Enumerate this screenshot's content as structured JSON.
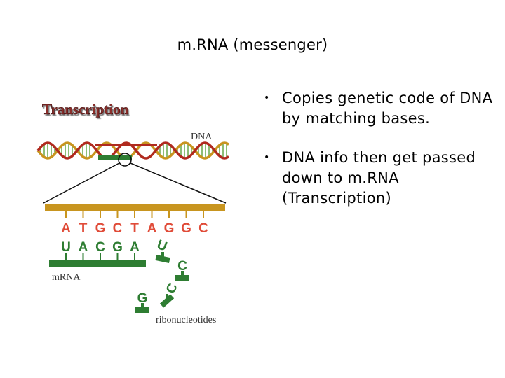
{
  "slide": {
    "title": "m.RNA (messenger)",
    "bullets": [
      "Copies genetic code of DNA by matching bases.",
      "DNA info then get passed down to m.RNA (Transcription)"
    ]
  },
  "figure": {
    "heading": "Transcription",
    "dna_label": "DNA",
    "mrna_label": "mRNA",
    "ribonucleotides_label": "ribonucleotides",
    "dna_bases": [
      "A",
      "T",
      "G",
      "C",
      "T",
      "A",
      "G",
      "G",
      "C"
    ],
    "mrna_bases": [
      "U",
      "A",
      "C",
      "G",
      "A"
    ],
    "free_ribonucleotides": [
      "U",
      "C",
      "C",
      "G"
    ],
    "colors": {
      "heading": "#8b2e2a",
      "dna_strand": "#c8951f",
      "dna_bases": "#e04b38",
      "mrna": "#2e7d32",
      "ladder_rungs": "#5aa33c"
    }
  }
}
